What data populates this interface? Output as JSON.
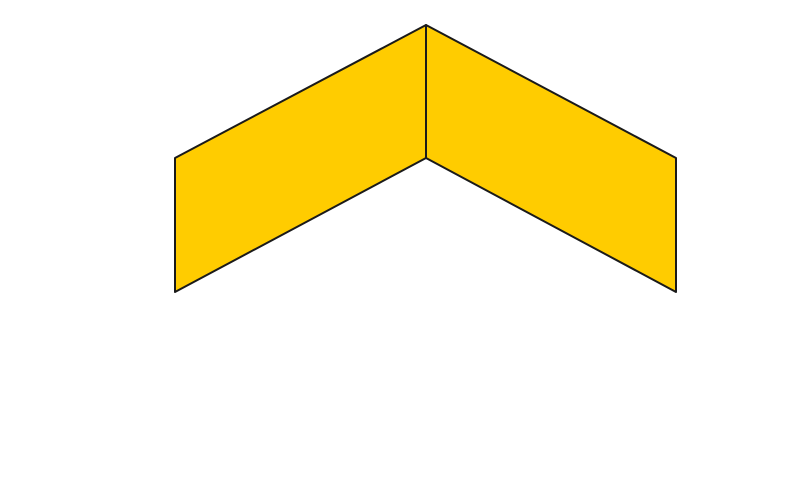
{
  "figure": {
    "description_visible_text": "",
    "shape": "chevron",
    "panels": [
      {
        "id": "left",
        "fill": "#ffcc00"
      },
      {
        "id": "right",
        "fill": "#ffcc00"
      }
    ],
    "stroke_color": "#1a1a1a",
    "background": "#ffffff"
  }
}
